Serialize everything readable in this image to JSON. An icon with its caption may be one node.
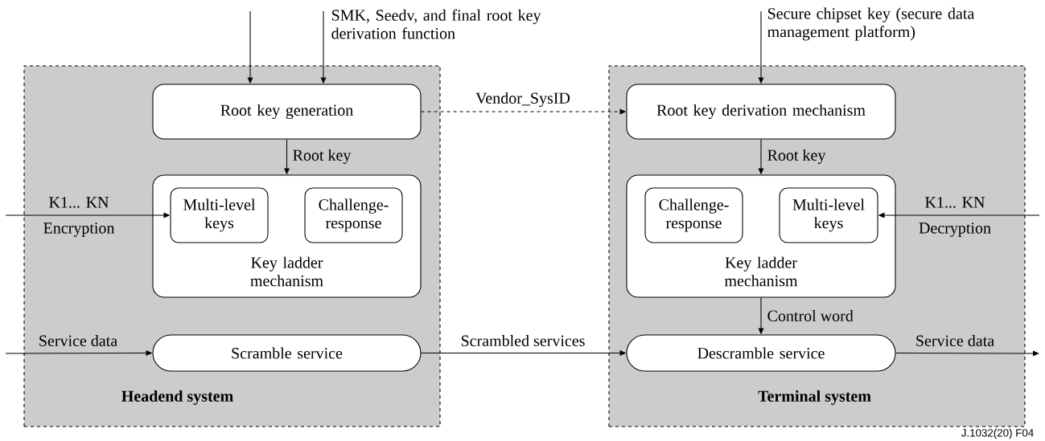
{
  "diagram": {
    "nodes": [
      {
        "text": [
          "Headend system"
        ]
      },
      {
        "text": [
          "Root key generation"
        ],
        "in": 0
      },
      {
        "text": [
          "Key ladder mechanism"
        ],
        "in": 0
      },
      {
        "text": [
          "Multi-level keys"
        ],
        "in": 2
      },
      {
        "text": [
          "Challenge-response"
        ],
        "in": 2
      },
      {
        "text": [
          "Scramble service"
        ],
        "in": 0
      },
      {
        "text": [
          "Terminal system"
        ]
      },
      {
        "text": [
          "Root key derivation mechanism"
        ],
        "in": 6
      },
      {
        "text": [
          "Key ladder mechanism"
        ],
        "in": 6
      },
      {
        "text": [
          "Challenge-response"
        ],
        "in": 8
      },
      {
        "text": [
          "Multi-level keys"
        ],
        "in": 8
      },
      {
        "text": [
          "Descramble service"
        ],
        "in": 6
      }
    ],
    "edges": [
      {
        "from": null,
        "to": 1,
        "arrow": "to"
      },
      {
        "from": null,
        "to": 1,
        "arrow": "to",
        "label": "SMK, Seedv, and final root key derivation function"
      },
      {
        "from": 1,
        "to": 2,
        "arrow": "to",
        "label": "Root key"
      },
      {
        "from": 1,
        "to": 7,
        "arrow": "to",
        "style": "dashed",
        "label": "Vendor_SysID"
      },
      {
        "from": null,
        "to": 3,
        "arrow": "to",
        "label": "K1... KN"
      },
      {
        "from": null,
        "to": 5,
        "arrow": "to",
        "label": "Service data"
      },
      {
        "from": 5,
        "to": 11,
        "arrow": "to",
        "label": "Scrambled services"
      },
      {
        "from": null,
        "to": 7,
        "arrow": "to",
        "label": "Secure chipset key (secure data management platform)"
      },
      {
        "from": 7,
        "to": 8,
        "arrow": "to",
        "label": "Root key"
      },
      {
        "from": null,
        "to": 10,
        "arrow": "to",
        "label": "K1... KN"
      },
      {
        "from": 8,
        "to": 11,
        "arrow": "to",
        "label": "Control word"
      },
      {
        "from": 11,
        "to": null,
        "arrow": "to",
        "label": "Service data"
      }
    ],
    "labels": [
      "Encryption",
      "Decryption",
      "J.1032(20) F04"
    ]
  }
}
